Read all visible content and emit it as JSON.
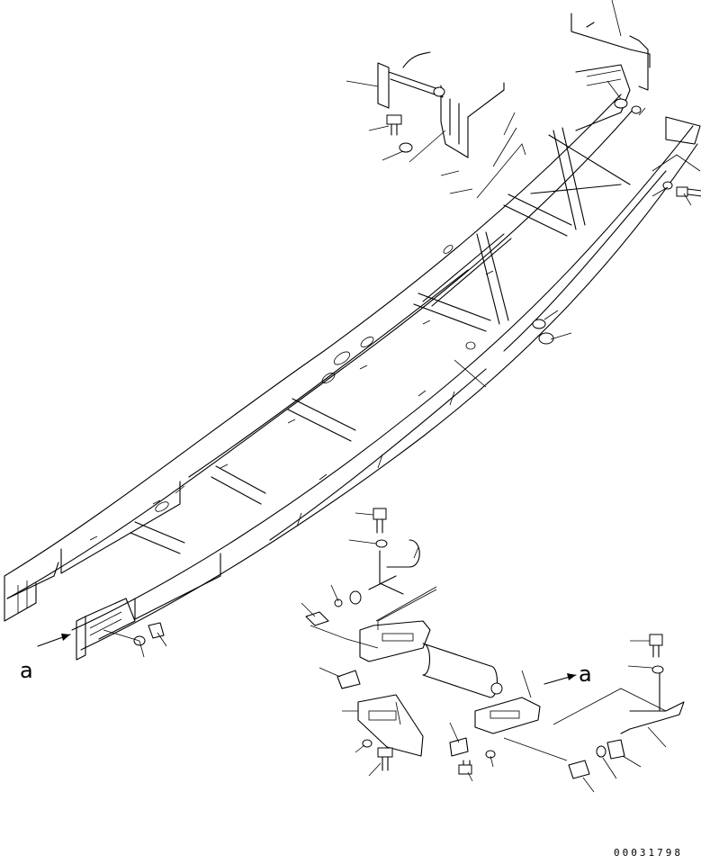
{
  "view_marks": {
    "left": "a",
    "right": "a"
  },
  "drawing_number": "00031798"
}
